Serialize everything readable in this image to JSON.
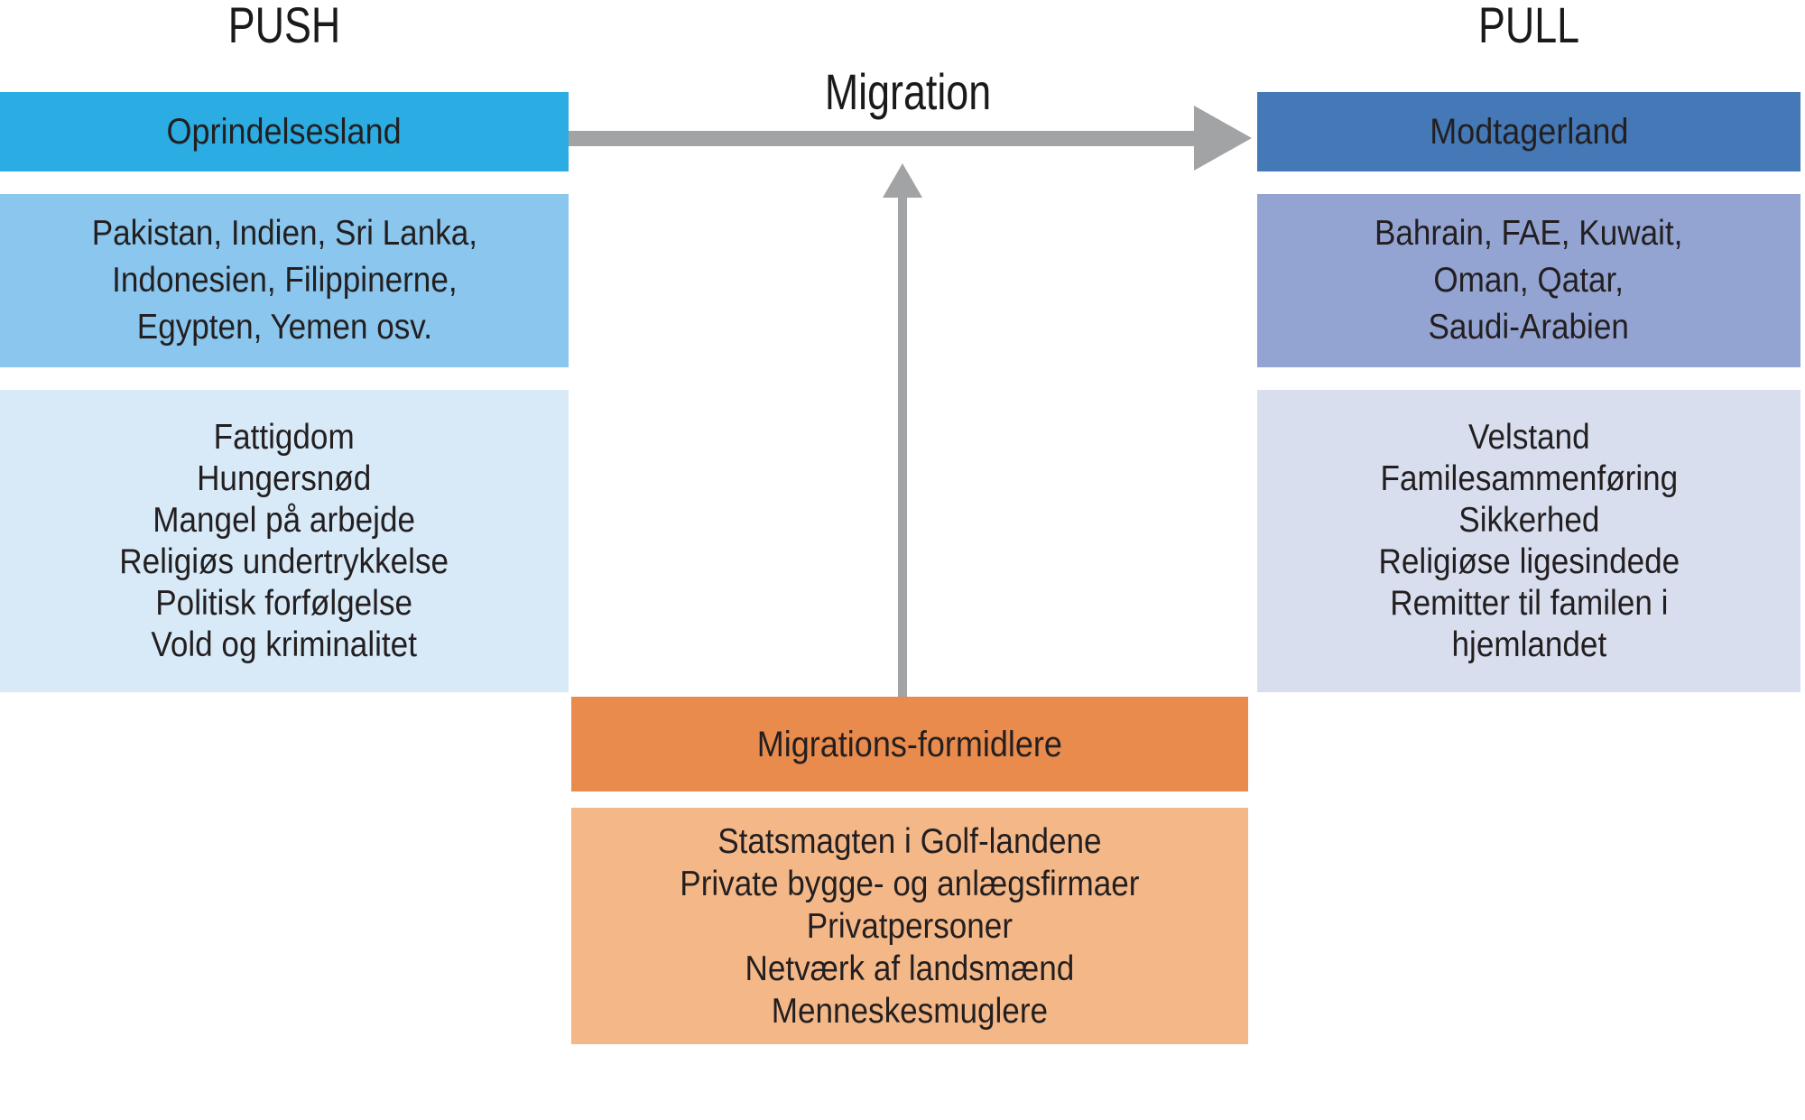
{
  "diagram": {
    "push": {
      "heading": "PUSH",
      "header_box": "Oprindelsesland",
      "countries": [
        "Pakistan, Indien, Sri Lanka,",
        "Indonesien, Filippinerne,",
        "Egypten, Yemen osv."
      ],
      "factors": [
        "Fattigdom",
        "Hungersnød",
        "Mangel på arbejde",
        "Religiøs undertrykkelse",
        "Politisk forfølgelse",
        "Vold og kriminalitet"
      ]
    },
    "middle": {
      "arrow_label": "Migration",
      "header_box": "Migrations-formidlere",
      "actors": [
        "Statsmagten i Golf-landene",
        "Private bygge- og anlægsfirmaer",
        "Privatpersoner",
        "Netværk af landsmænd",
        "Menneskesmuglere"
      ]
    },
    "pull": {
      "heading": "PULL",
      "header_box": "Modtagerland",
      "countries": [
        "Bahrain, FAE, Kuwait,",
        "Oman, Qatar,",
        "Saudi-Arabien"
      ],
      "factors": [
        "Velstand",
        "Familesammenføring",
        "Sikkerhed",
        "Religiøse ligesindede",
        "Remitter til familen i",
        "hjemlandet"
      ]
    },
    "colors": {
      "origin_header": "#2BACE2",
      "origin_countries": "#8AC6ED",
      "origin_factors": "#D8EAF8",
      "destination_header": "#4478B6",
      "destination_countries": "#94A4D2",
      "destination_factors": "#D8DEEE",
      "broker_header": "#E98B4D",
      "broker_list": "#F4B888",
      "arrow": "#A2A3A5",
      "text": "#231F20"
    }
  }
}
